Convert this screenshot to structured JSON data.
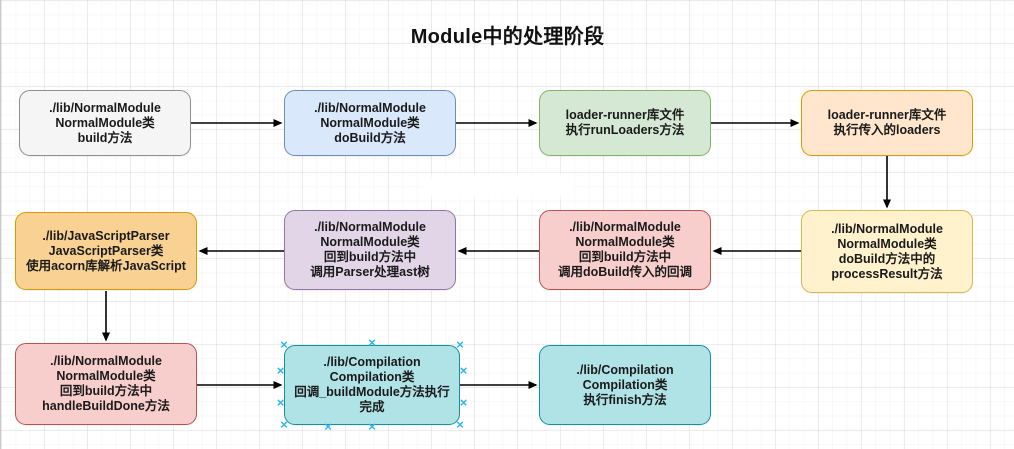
{
  "title": "Module中的处理阶段",
  "nodes": {
    "build": {
      "text": "./lib/NormalModule\nNormalModule类\nbuild方法"
    },
    "dobuild": {
      "text": "./lib/NormalModule\nNormalModule类\ndoBuild方法"
    },
    "runloaders": {
      "text": "loader-runner库文件\n执行runLoaders方法"
    },
    "run_passed_loaders": {
      "text": "loader-runner库文件\n执行传入的loaders"
    },
    "process_result": {
      "text": "./lib/NormalModule\nNormalModule类\ndoBuild方法中的\nprocessResult方法"
    },
    "dobuild_callback": {
      "text": "./lib/NormalModule\nNormalModule类\n回到build方法中\n调用doBuild传入的回调"
    },
    "parser_ast": {
      "text": "./lib/NormalModule\nNormalModule类\n回到build方法中\n调用Parser处理ast树"
    },
    "acorn_parse": {
      "text": "./lib/JavaScriptParser\nJavaScriptParser类\n使用acorn库解析JavaScript"
    },
    "handle_build_done": {
      "text": "./lib/NormalModule\nNormalModule类\n回到build方法中\nhandleBuildDone方法"
    },
    "build_module_done": {
      "text": "./lib/Compilation\nCompilation类\n回调_buildModule方法执行完成"
    },
    "finish": {
      "text": "./lib/Compilation\nCompilation类\n执行finish方法"
    }
  },
  "palette": {
    "gray": {
      "fill": "#f5f5f5",
      "stroke": "#8f8f8f"
    },
    "blue": {
      "fill": "#dae8fc",
      "stroke": "#6c8ebf"
    },
    "green": {
      "fill": "#d5e8d4",
      "stroke": "#82b366"
    },
    "orange": {
      "fill": "#ffe6cc",
      "stroke": "#d79b00"
    },
    "deep_orange": {
      "fill": "#f9d293",
      "stroke": "#d79b00"
    },
    "yellow": {
      "fill": "#fff2cc",
      "stroke": "#d6b656"
    },
    "red": {
      "fill": "#f8cecc",
      "stroke": "#b85450"
    },
    "purple": {
      "fill": "#e1d5e7",
      "stroke": "#9673a6"
    },
    "teal": {
      "fill": "#b0e3e6",
      "stroke": "#168f9c"
    },
    "arrow": "#000000"
  },
  "selection": {
    "glyph": "×",
    "color": "#29b6f2"
  }
}
